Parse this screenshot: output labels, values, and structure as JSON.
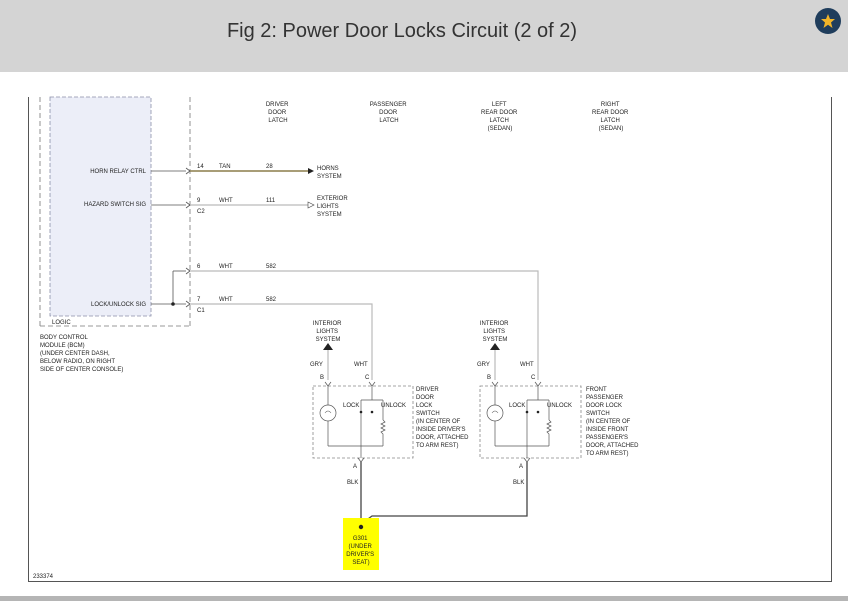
{
  "header": {
    "title": "Fig 2: Power Door Locks Circuit (2 of 2)",
    "favorite_icon": "star-icon"
  },
  "colors": {
    "header_bg": "#d4d4d4",
    "favorite_bg": "#1f3d5c",
    "star": "#f0b429",
    "tan_wire": "#8b7d4a",
    "highlight": "#ffff00",
    "module_fill": "#eceef8"
  },
  "columns": [
    {
      "id": "driver",
      "lines": [
        "DRIVER",
        "DOOR",
        "LATCH"
      ]
    },
    {
      "id": "passenger",
      "lines": [
        "PASSENGER",
        "DOOR",
        "LATCH"
      ]
    },
    {
      "id": "left_rear",
      "lines": [
        "LEFT",
        "REAR DOOR",
        "LATCH",
        "(SEDAN)"
      ]
    },
    {
      "id": "right_rear",
      "lines": [
        "RIGHT",
        "REAR DOOR",
        "LATCH",
        "(SEDAN)"
      ]
    }
  ],
  "bcm": {
    "signals": {
      "horn": "HORN RELAY CTRL",
      "hazard": "HAZARD SWITCH SIG",
      "lock": "LOCK/UNLOCK SIG"
    },
    "logic_label": "LOGIC",
    "description": [
      "BODY CONTROL",
      "MODULE (BCM)",
      "(UNDER CENTER DASH,",
      "BELOW RADIO, ON RIGHT",
      "SIDE OF CENTER CONSOLE)"
    ]
  },
  "wires": {
    "horn": {
      "pin": "14",
      "color": "TAN",
      "circuit": "28",
      "dest": [
        "HORNS",
        "SYSTEM"
      ]
    },
    "hazard": {
      "pin": "9",
      "color": "WHT",
      "circuit": "111",
      "connector": "C2",
      "dest": [
        "EXTERIOR",
        "LIGHTS",
        "SYSTEM"
      ]
    },
    "lock_a": {
      "pin": "6",
      "color": "WHT",
      "circuit": "582"
    },
    "lock_b": {
      "pin": "7",
      "color": "WHT",
      "circuit": "582",
      "connector": "C1"
    }
  },
  "switches": {
    "driver": {
      "interior": [
        "INTERIOR",
        "LIGHTS",
        "SYSTEM"
      ],
      "wire_b": "GRY",
      "wire_c": "WHT",
      "pin_b": "B",
      "pin_c": "C",
      "pin_a": "A",
      "lock": "LOCK",
      "unlock": "UNLOCK",
      "ground_wire": "BLK",
      "description": [
        "DRIVER",
        "DOOR",
        "LOCK",
        "SWITCH",
        "(IN CENTER OF",
        "INSIDE DRIVER'S",
        "DOOR, ATTACHED",
        "TO ARM REST)"
      ]
    },
    "passenger": {
      "interior": [
        "INTERIOR",
        "LIGHTS",
        "SYSTEM"
      ],
      "wire_b": "GRY",
      "wire_c": "WHT",
      "pin_b": "B",
      "pin_c": "C",
      "pin_a": "A",
      "lock": "LOCK",
      "unlock": "UNLOCK",
      "ground_wire": "BLK",
      "description": [
        "FRONT",
        "PASSENGER",
        "DOOR LOCK",
        "SWITCH",
        "(IN CENTER OF",
        "INSIDE FRONT",
        "PASSENGER'S",
        "DOOR, ATTACHED",
        "TO ARM REST)"
      ]
    }
  },
  "ground": {
    "lines": [
      "G301",
      "(UNDER",
      "DRIVER'S",
      "SEAT)"
    ]
  },
  "figure_id": "233374"
}
